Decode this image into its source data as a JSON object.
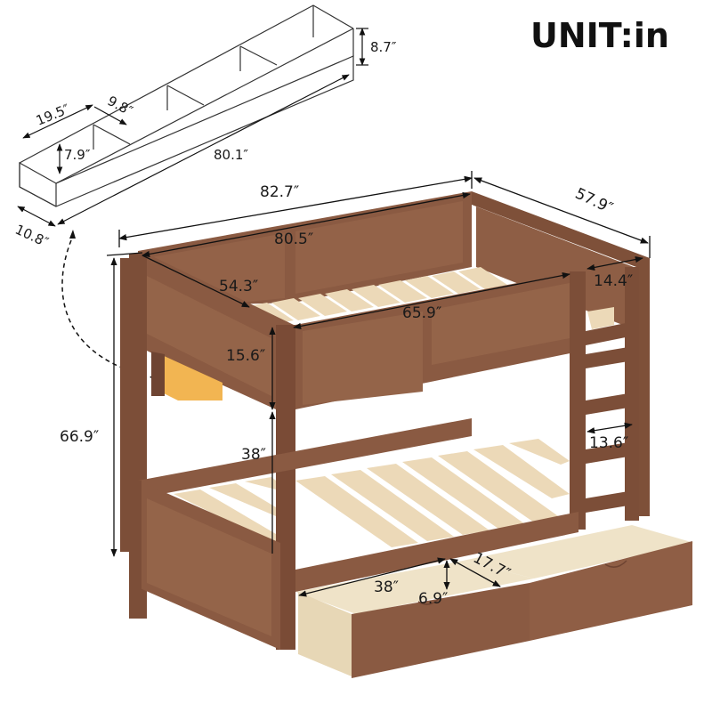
{
  "header": {
    "unit_label": "UNIT:in"
  },
  "colors": {
    "wood": "#8a5a42",
    "wood_dark": "#6e4432",
    "wood_light": "#9c6a50",
    "slat": "#ecd9b8",
    "drawer_inside": "#efe3c8",
    "shelf_light": "#f2b552",
    "line": "#111111"
  },
  "shelf_box": {
    "dimensions": {
      "length": "80.1″",
      "total_height": "8.7″",
      "compartment_width": "19.5″",
      "compartment_depth": "9.8″",
      "inner_height": "7.9″",
      "depth": "10.8″"
    }
  },
  "bed": {
    "dimensions": {
      "overall_length": "82.7″",
      "overall_width": "57.9″",
      "overall_height": "66.9″",
      "inner_length": "80.5″",
      "inner_width": "54.3″",
      "guardrail_opening": "65.9″",
      "ladder_opening": "14.4″",
      "guardrail_height": "15.6″",
      "under_bunk_clearance": "38″",
      "ladder_width": "13.6″"
    }
  },
  "drawer": {
    "dimensions": {
      "length": "38″",
      "height": "6.9″",
      "depth": "17.7″"
    }
  }
}
